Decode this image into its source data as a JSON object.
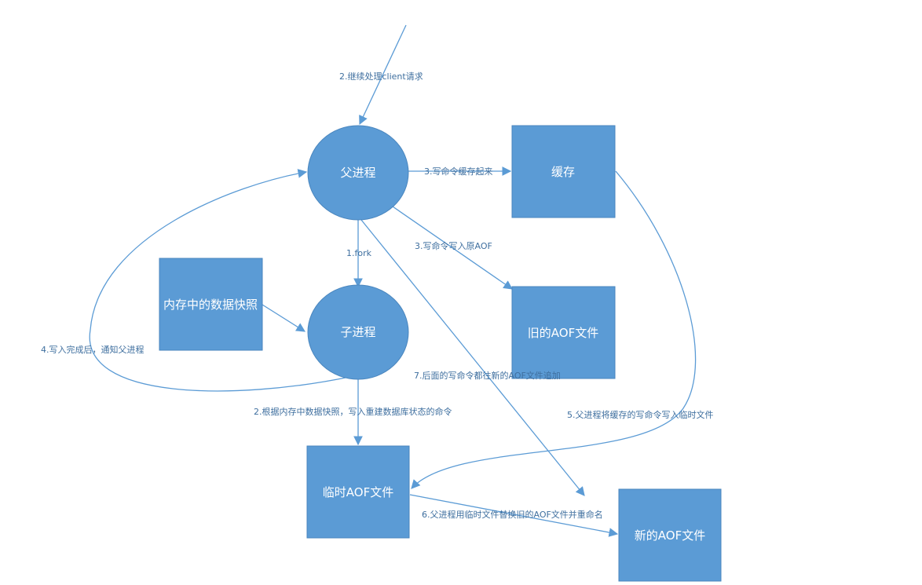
{
  "nodes": {
    "parent": "父进程",
    "child": "子进程",
    "buffer": "缓存",
    "snapshot": "内存中的数据快照",
    "old_aof": "旧的AOF文件",
    "temp_aof": "临时AOF文件",
    "new_aof": "新的AOF文件"
  },
  "edges": {
    "client": "2.继续处理client请求",
    "cache_cmds": "3.写命令缓存起来",
    "fork": "1.fork",
    "write_old": "3.写命令写入原AOF",
    "notify": "4.写入完成后，通知父进程",
    "later_cmds": "7.后面的写命令都往新的AOF文件追加",
    "rebuild": "2.根据内存中数据快照，写入重建数据库状态的命令",
    "flush_buffer": "5.父进程将缓存的写命令写入临时文件",
    "replace": "6.父进程用临时文件替换旧的AOF文件并重命名"
  },
  "colors": {
    "shape_fill": "#5b9bd5",
    "edge": "#5b9bd5",
    "edge_text": "#3f6f9f",
    "node_text": "#ffffff"
  }
}
